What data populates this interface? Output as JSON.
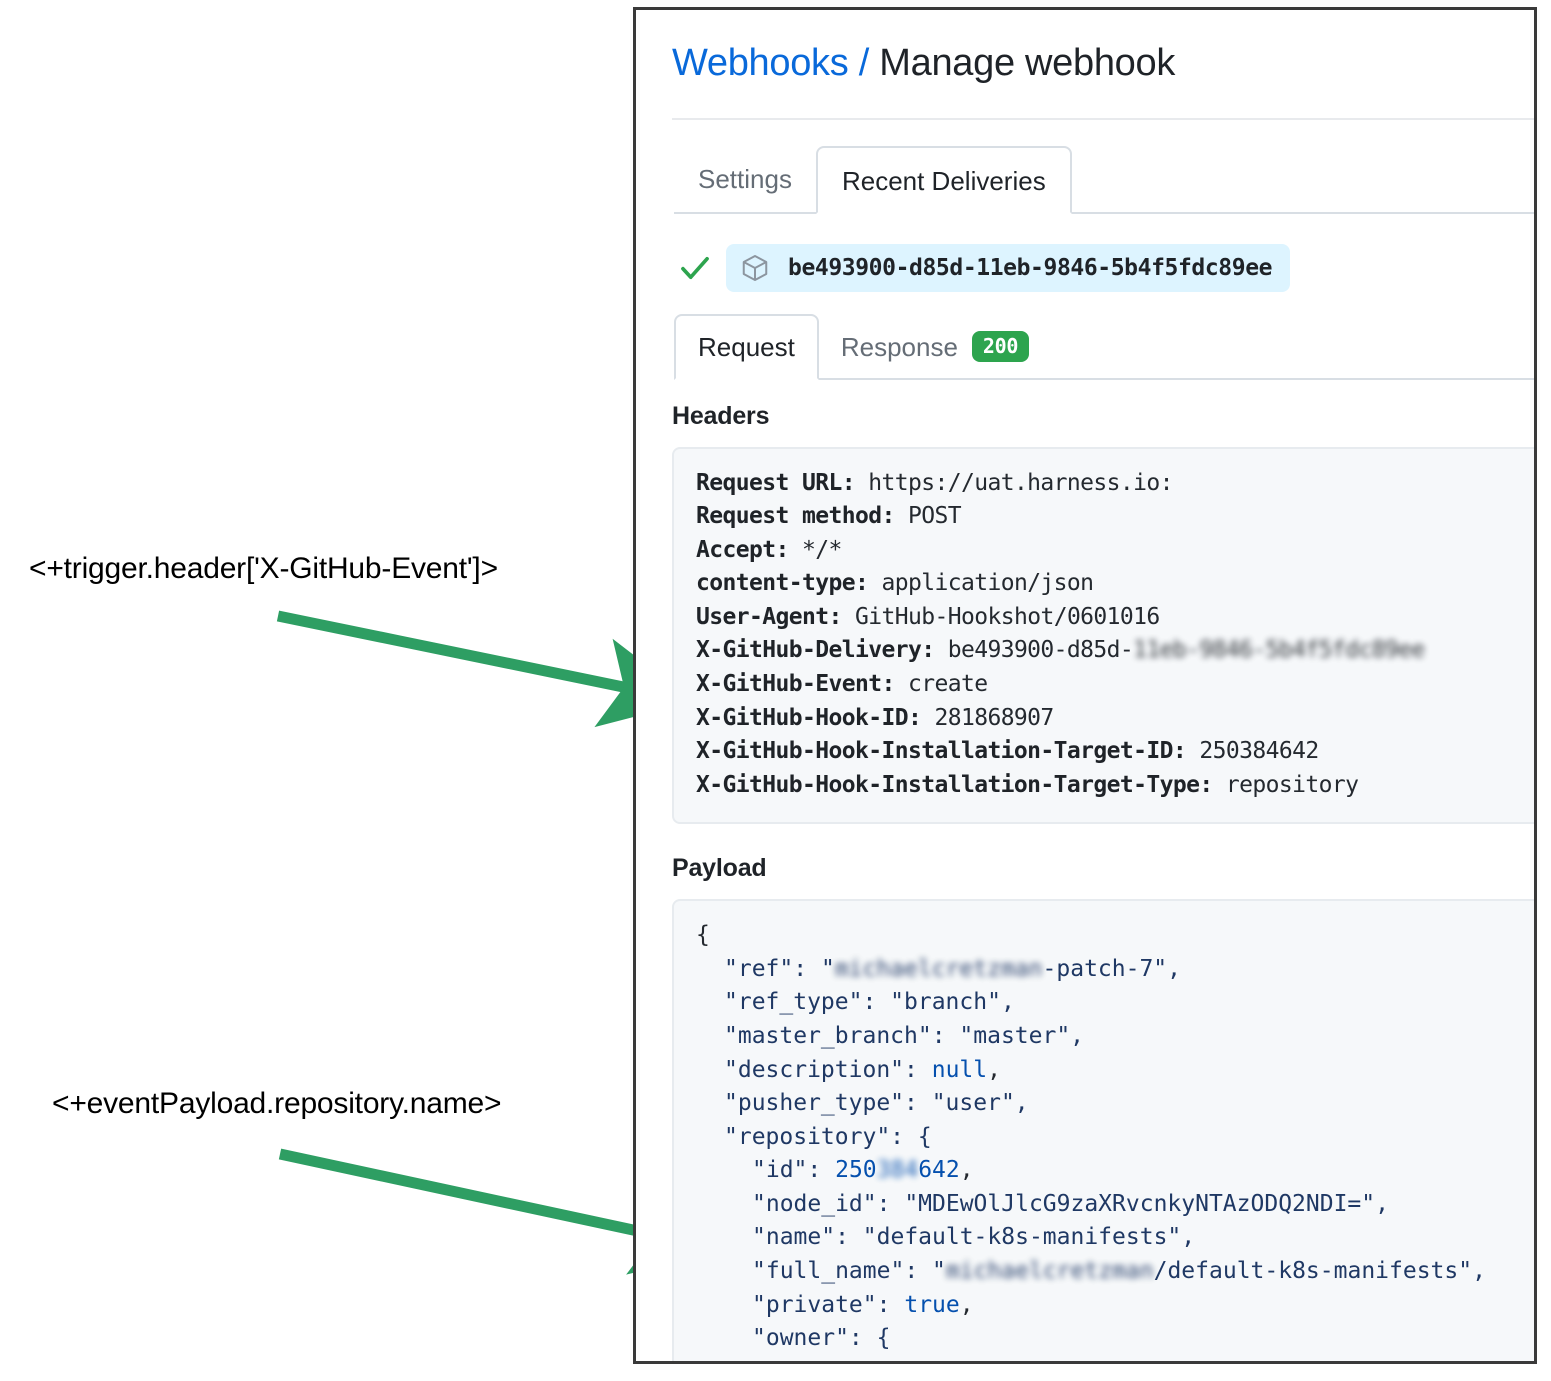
{
  "annotations": [
    {
      "id": "header-expr",
      "text": "<+trigger.header['X-GitHub-Event']>"
    },
    {
      "id": "payload-expr",
      "text": "<+eventPayload.repository.name>"
    }
  ],
  "colors": {
    "arrow_green": "#2e9e63",
    "link_blue": "#0969da",
    "badge_green": "#2da44e",
    "pill_blue": "#ddf4ff",
    "code_bg": "#f6f8fa"
  },
  "panel": {
    "breadcrumb": {
      "link": "Webhooks",
      "separator": "/",
      "current": "Manage webhook"
    },
    "top_tabs": [
      {
        "label": "Settings",
        "active": false
      },
      {
        "label": "Recent Deliveries",
        "active": true
      }
    ],
    "delivery": {
      "status_icon": "check-icon",
      "package_icon": "cube-icon",
      "guid": "be493900-d85d-11eb-9846-5b4f5fdc89ee"
    },
    "sub_tabs": [
      {
        "label": "Request",
        "active": true,
        "badge": ""
      },
      {
        "label": "Response",
        "active": false,
        "badge": "200"
      }
    ],
    "headers_section": {
      "heading": "Headers",
      "rows": [
        {
          "key": "Request URL:",
          "value": "https://uat.harness.io:",
          "redacted": ""
        },
        {
          "key": "Request method:",
          "value": "POST",
          "redacted": ""
        },
        {
          "key": "Accept:",
          "value": "*/*",
          "redacted": ""
        },
        {
          "key": "content-type:",
          "value": "application/json",
          "redacted": ""
        },
        {
          "key": "User-Agent:",
          "value": "GitHub-Hookshot/0601016",
          "redacted": ""
        },
        {
          "key": "X-GitHub-Delivery:",
          "value": "be493900-d85d-",
          "redacted": "11eb-9846-5b4f5fdc89ee"
        },
        {
          "key": "X-GitHub-Event:",
          "value": "create",
          "redacted": ""
        },
        {
          "key": "X-GitHub-Hook-ID:",
          "value": "281868907",
          "redacted": ""
        },
        {
          "key": "X-GitHub-Hook-Installation-Target-ID:",
          "value": "250384642",
          "redacted": ""
        },
        {
          "key": "X-GitHub-Hook-Installation-Target-Type:",
          "value": "repository",
          "redacted": ""
        }
      ]
    },
    "payload_section": {
      "heading": "Payload",
      "lines": {
        "open_brace": "{",
        "ref_key": "\"ref\":",
        "ref_quote_open": "\"",
        "ref_redacted": "michaelcretzman",
        "ref_suffix": "-patch-7\",",
        "ref_type": "\"ref_type\": \"branch\",",
        "master_branch": "\"master_branch\": \"master\",",
        "description_key": "\"description\":",
        "description_val": "null",
        "description_comma": ",",
        "pusher_type": "\"pusher_type\": \"user\",",
        "repository_open": "\"repository\": {",
        "id_key": "\"id\":",
        "id_prefix": "250",
        "id_redacted": "384",
        "id_suffix": "642",
        "id_comma": ",",
        "node_id": "\"node_id\": \"MDEwOlJlcG9zaXRvcnkyNTAzODQ2NDI=\",",
        "name": "\"name\": \"default-k8s-manifests\",",
        "full_name_key": "\"full_name\":",
        "full_name_quote": "\"",
        "full_name_redacted": "michaelcretzman",
        "full_name_suffix": "/default-k8s-manifests\",",
        "private_key": "\"private\":",
        "private_val": "true",
        "private_comma": ",",
        "owner_open": "\"owner\": {"
      }
    }
  }
}
